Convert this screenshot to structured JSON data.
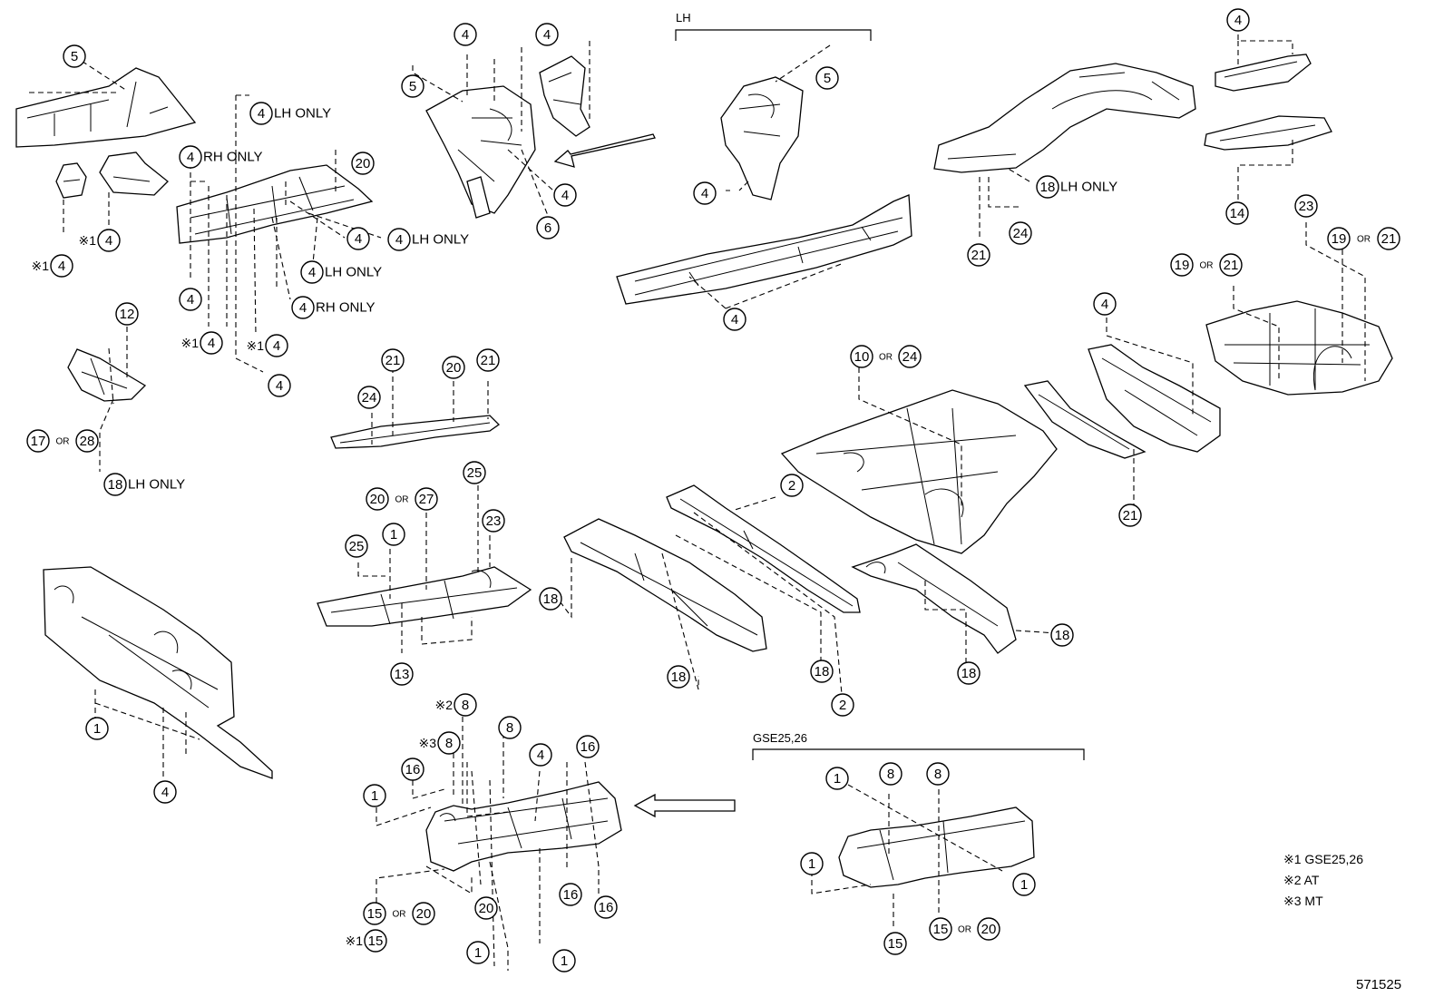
{
  "group_labels": {
    "lh": "LH",
    "gse": "GSE25,26"
  },
  "notes": {
    "lh_only": "LH ONLY",
    "rh_only": "RH ONLY",
    "or": "OR",
    "mark1": "※1",
    "mark2": "※2",
    "mark3": "※3"
  },
  "legend": [
    "※1 GSE25,26",
    "※2 AT",
    "※3 MT"
  ],
  "diagram_code": "571525",
  "callouts": [
    {
      "id": "c1",
      "num": "5"
    },
    {
      "id": "c2",
      "num": "4"
    },
    {
      "id": "c3",
      "num": "4"
    },
    {
      "id": "c4",
      "num": "4"
    },
    {
      "id": "c5",
      "num": "4",
      "note": "lh_only"
    },
    {
      "id": "c6",
      "num": "4",
      "note": "rh_only"
    },
    {
      "id": "c7",
      "num": "20"
    },
    {
      "id": "c8",
      "num": "4"
    },
    {
      "id": "c9",
      "num": "4",
      "note": "lh_only"
    },
    {
      "id": "c10",
      "num": "4",
      "note": "lh_only"
    },
    {
      "id": "c11",
      "num": "4",
      "note": "rh_only"
    },
    {
      "id": "c12",
      "num": "4"
    },
    {
      "id": "c13",
      "num": "4"
    },
    {
      "id": "c14",
      "num": "4"
    },
    {
      "id": "c15",
      "num": "4"
    },
    {
      "id": "c16",
      "num": "5"
    },
    {
      "id": "c17",
      "num": "4"
    },
    {
      "id": "c18",
      "num": "6"
    },
    {
      "id": "c19",
      "num": "4"
    },
    {
      "id": "c20",
      "num": "5"
    },
    {
      "id": "c21",
      "num": "4"
    },
    {
      "id": "c22",
      "num": "4"
    },
    {
      "id": "c23",
      "num": "18",
      "note": "lh_only"
    },
    {
      "id": "c24",
      "num": "21"
    },
    {
      "id": "c25",
      "num": "24"
    },
    {
      "id": "c26",
      "num": "4"
    },
    {
      "id": "c27",
      "num": "14"
    },
    {
      "id": "c28",
      "num": "23"
    },
    {
      "id": "c29",
      "num": "19"
    },
    {
      "id": "c30",
      "num": "21"
    },
    {
      "id": "c31",
      "num": "19"
    },
    {
      "id": "c32",
      "num": "21"
    },
    {
      "id": "c33",
      "num": "12"
    },
    {
      "id": "c34",
      "num": "17"
    },
    {
      "id": "c35",
      "num": "28"
    },
    {
      "id": "c36",
      "num": "18",
      "note": "lh_only"
    },
    {
      "id": "c37",
      "num": "21"
    },
    {
      "id": "c38",
      "num": "20"
    },
    {
      "id": "c39",
      "num": "21"
    },
    {
      "id": "c40",
      "num": "24"
    },
    {
      "id": "c41",
      "num": "10"
    },
    {
      "id": "c42",
      "num": "24"
    },
    {
      "id": "c43",
      "num": "4"
    },
    {
      "id": "c44",
      "num": "21"
    },
    {
      "id": "c45",
      "num": "25"
    },
    {
      "id": "c46",
      "num": "20"
    },
    {
      "id": "c47",
      "num": "27"
    },
    {
      "id": "c48",
      "num": "23"
    },
    {
      "id": "c49",
      "num": "1"
    },
    {
      "id": "c50",
      "num": "25"
    },
    {
      "id": "c51",
      "num": "13"
    },
    {
      "id": "c52",
      "num": "2"
    },
    {
      "id": "c53",
      "num": "18"
    },
    {
      "id": "c54",
      "num": "18"
    },
    {
      "id": "c55",
      "num": "18"
    },
    {
      "id": "c56",
      "num": "2"
    },
    {
      "id": "c57",
      "num": "18"
    },
    {
      "id": "c58",
      "num": "18"
    },
    {
      "id": "c59",
      "num": "1"
    },
    {
      "id": "c60",
      "num": "4"
    },
    {
      "id": "c61",
      "num": "8"
    },
    {
      "id": "c62",
      "num": "8"
    },
    {
      "id": "c63",
      "num": "8"
    },
    {
      "id": "c64",
      "num": "4"
    },
    {
      "id": "c65",
      "num": "16"
    },
    {
      "id": "c66",
      "num": "16"
    },
    {
      "id": "c67",
      "num": "1"
    },
    {
      "id": "c68",
      "num": "15"
    },
    {
      "id": "c69",
      "num": "20"
    },
    {
      "id": "c70",
      "num": "15"
    },
    {
      "id": "c71",
      "num": "20"
    },
    {
      "id": "c72",
      "num": "16"
    },
    {
      "id": "c73",
      "num": "16"
    },
    {
      "id": "c74",
      "num": "1"
    },
    {
      "id": "c75",
      "num": "1"
    },
    {
      "id": "c76",
      "num": "1"
    },
    {
      "id": "c77",
      "num": "8"
    },
    {
      "id": "c78",
      "num": "8"
    },
    {
      "id": "c79",
      "num": "1"
    },
    {
      "id": "c80",
      "num": "1"
    },
    {
      "id": "c81",
      "num": "15"
    },
    {
      "id": "c82",
      "num": "15"
    },
    {
      "id": "c83",
      "num": "20"
    }
  ]
}
